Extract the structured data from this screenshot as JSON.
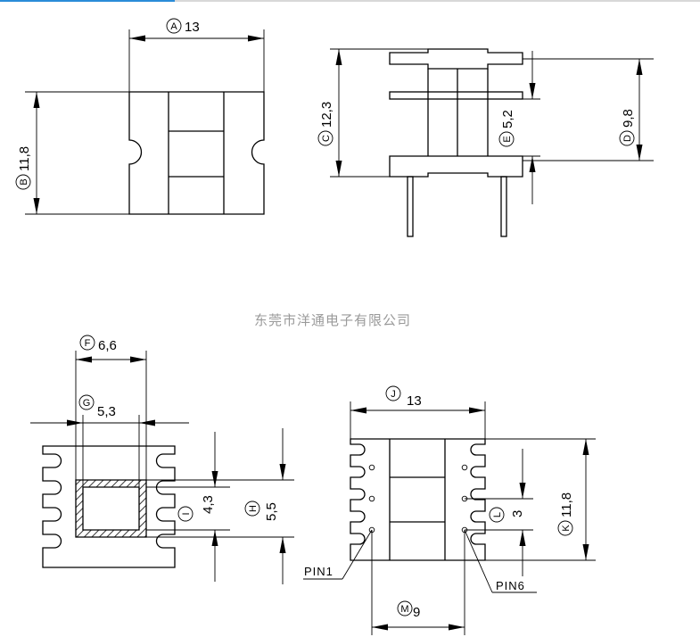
{
  "watermark": "东莞市洋通电子有限公司",
  "dimensions": {
    "A": {
      "letter": "A",
      "value": "13"
    },
    "B": {
      "letter": "B",
      "value": "11,8"
    },
    "C": {
      "letter": "C",
      "value": "12,3"
    },
    "D": {
      "letter": "D",
      "value": "9,8"
    },
    "E": {
      "letter": "E",
      "value": "5,2"
    },
    "F": {
      "letter": "F",
      "value": "6,6"
    },
    "G": {
      "letter": "G",
      "value": "5,3"
    },
    "H": {
      "letter": "H",
      "value": "5,5"
    },
    "I": {
      "letter": "I",
      "value": "4,3"
    },
    "J": {
      "letter": "J",
      "value": "13"
    },
    "K": {
      "letter": "K",
      "value": "11,8"
    },
    "L": {
      "letter": "L",
      "value": "3"
    },
    "M": {
      "letter": "M",
      "value": "9"
    }
  },
  "pins": {
    "pin1": "PIN1",
    "pin6": "PIN6"
  }
}
